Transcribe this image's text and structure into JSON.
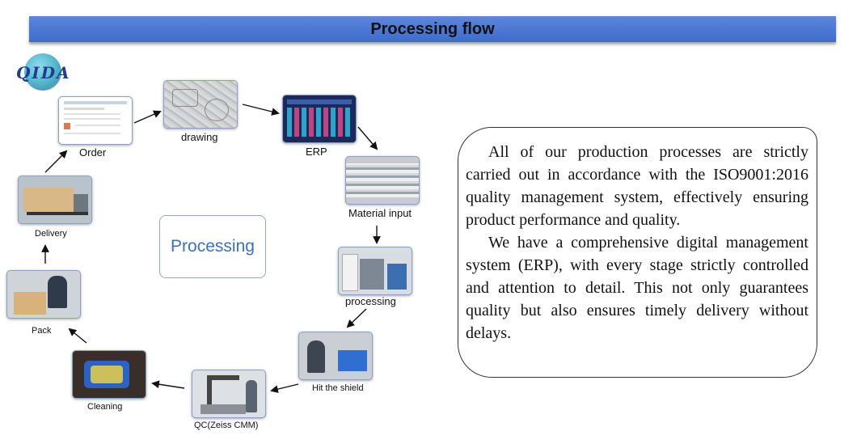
{
  "header": {
    "title": "Processing flow"
  },
  "logo": {
    "text": "QIDA"
  },
  "center": {
    "label": "Processing"
  },
  "steps": [
    {
      "id": "order",
      "label": "Order"
    },
    {
      "id": "drawing",
      "label": "drawing"
    },
    {
      "id": "erp",
      "label": "ERP"
    },
    {
      "id": "material",
      "label": "Material input"
    },
    {
      "id": "processing",
      "label": "processing"
    },
    {
      "id": "shield",
      "label": "Hit the shield"
    },
    {
      "id": "qc",
      "label": "QC(Zeiss CMM)"
    },
    {
      "id": "cleaning",
      "label": "Cleaning"
    },
    {
      "id": "pack",
      "label": "Pack"
    },
    {
      "id": "delivery",
      "label": "Delivery"
    }
  ],
  "description": {
    "paragraph1": "All of our production processes are strictly carried out in accordance with the ISO9001:2016 quality management system, effectively ensuring product performance and quality.",
    "paragraph2": "We have a comprehensive digital management system (ERP), with every stage strictly controlled and attention to detail. This not only guarantees quality but also ensures timely delivery without delays."
  }
}
